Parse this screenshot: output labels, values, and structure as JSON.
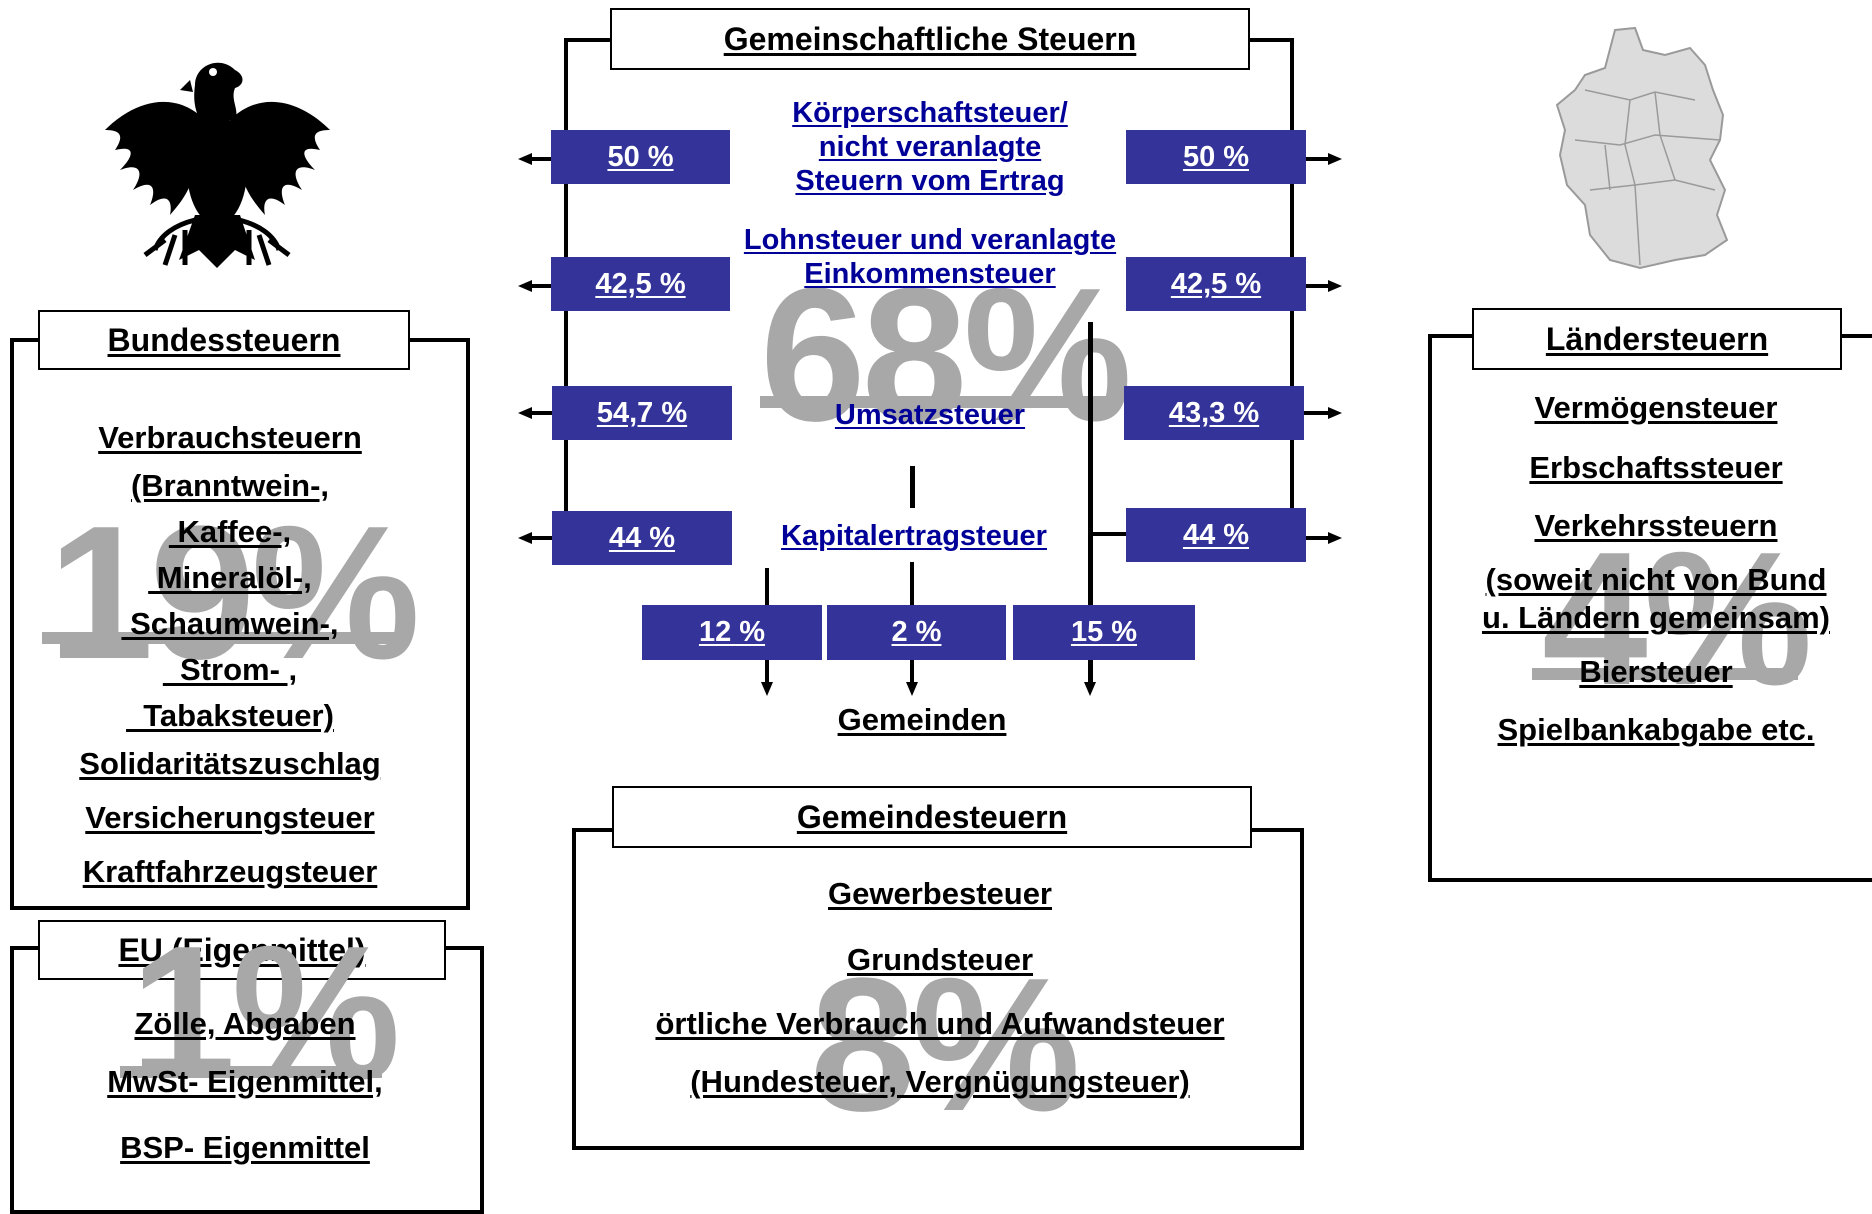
{
  "shared": {
    "title": "Gemeinschaftliche Steuern",
    "watermark": "68%",
    "rows": [
      {
        "label_lines": [
          "Körperschaftsteuer/",
          "nicht veranlagte",
          "Steuern vom Ertrag"
        ],
        "bund": "50 %",
        "laender": "50 %"
      },
      {
        "label_lines": [
          "Lohnsteuer und veranlagte",
          "Einkommensteuer"
        ],
        "bund": "42,5 %",
        "laender": "42,5 %"
      },
      {
        "label_lines": [
          "Umsatzsteuer"
        ],
        "bund": "54,7 %",
        "laender": "43,3 %"
      },
      {
        "label_lines": [
          "Kapitalertragsteuer"
        ],
        "bund": "44 %",
        "laender": "44 %"
      }
    ],
    "gemeinde_shares": [
      "12 %",
      "2 %",
      "15 %"
    ],
    "gemeinden_label": "Gemeinden"
  },
  "bund": {
    "title": "Bundessteuern",
    "watermark": "19%",
    "items": [
      "Verbrauchsteuern",
      "(Branntwein-,",
      " Kaffee-,",
      " Mineralöl-,",
      " Schaumwein-,",
      "  Strom- ,",
      "  Tabaksteuer)",
      "Solidaritätszuschlag",
      "Versicherungsteuer",
      "Kraftfahrzeugsteuer"
    ]
  },
  "eu": {
    "title": "EU (Eigenmittel)",
    "watermark": "1%",
    "items": [
      "Zölle, Abgaben",
      "MwSt- Eigenmittel,",
      "BSP- Eigenmittel"
    ]
  },
  "laender": {
    "title": "Ländersteuern",
    "watermark": "4%",
    "items": [
      "Vermögensteuer",
      "Erbschaftssteuer",
      "Verkehrssteuern",
      "(soweit nicht von Bund",
      "u. Ländern gemeinsam)",
      "Biersteuer",
      "Spielbankabgabe etc."
    ]
  },
  "gemeinde": {
    "title": "Gemeindesteuern",
    "watermark": "8%",
    "items": [
      "Gewerbesteuer",
      "Grundsteuer",
      "örtliche Verbrauch und Aufwandsteuer",
      "(Hundesteuer, Vergnügungsteuer)"
    ]
  },
  "colors": {
    "share_box": "#333399",
    "shared_label": "#000099",
    "watermark": "#a8a8a8"
  },
  "icons": [
    "federal-eagle-icon",
    "germany-map-icon"
  ]
}
